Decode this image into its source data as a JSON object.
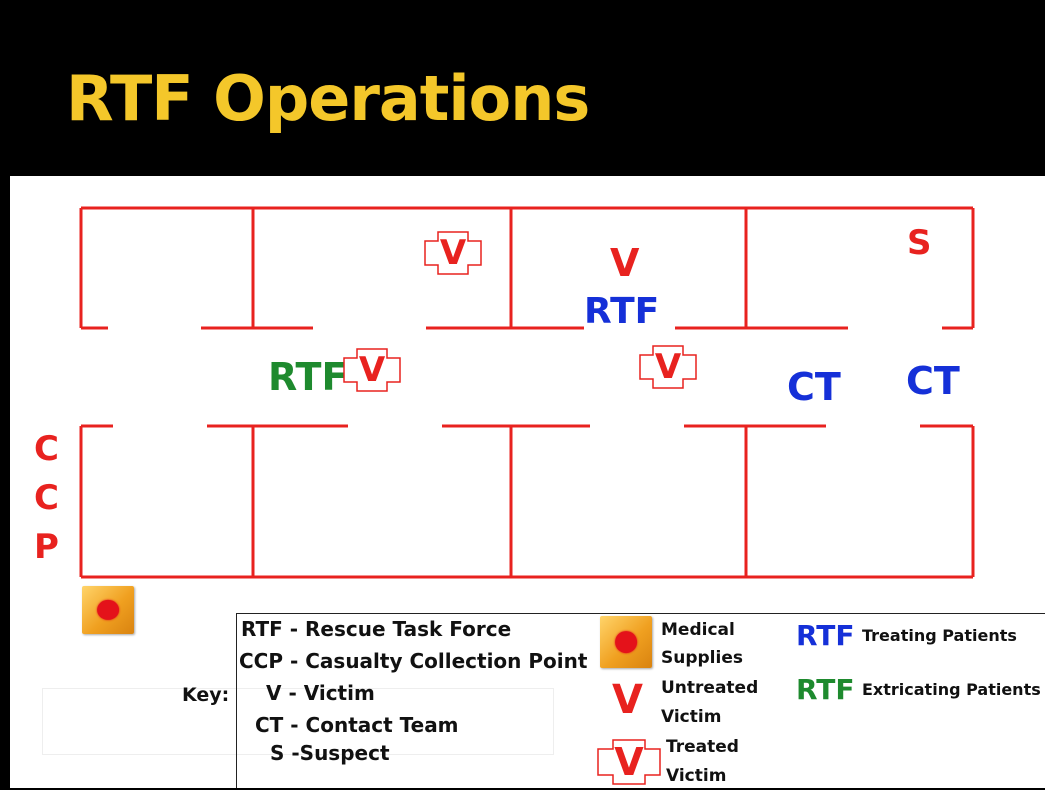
{
  "title": "RTF Operations",
  "colors": {
    "title": "#f4c72a",
    "walls": "#e8221f",
    "rtf_treating": "#1530d8",
    "rtf_extricating": "#1e8a2e"
  },
  "plan": {
    "ccp_letters": [
      "C",
      "C",
      "P"
    ],
    "suspect": "S",
    "victim_untreated": "V",
    "rtf_blue": "RTF",
    "rtf_green": "RTF",
    "contact_team_1": "CT",
    "contact_team_2": "CT",
    "treated_victims": [
      "V",
      "V",
      "V"
    ],
    "medical_supply_icon": "medical-supplies-icon"
  },
  "key": {
    "label": "Key:",
    "definitions": [
      "RTF - Rescue Task Force",
      "CCP - Casualty Collection Point",
      "V - Victim",
      "CT - Contact Team",
      "S -Suspect"
    ],
    "medical_supplies_1": "Medical",
    "medical_supplies_2": "Supplies",
    "untreated_symbol": "V",
    "untreated_1": "Untreated",
    "untreated_2": "Victim",
    "treated_symbol": "V",
    "treated_1": "Treated",
    "treated_2": "Victim",
    "rtf_treating_symbol": "RTF",
    "rtf_treating_label": "Treating Patients",
    "rtf_extricating_symbol": "RTF",
    "rtf_extricating_label": "Extricating Patients"
  }
}
